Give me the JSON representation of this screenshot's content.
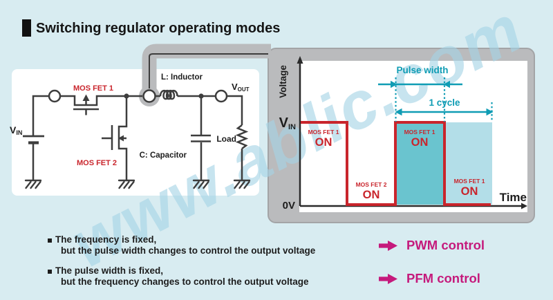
{
  "title": "Switching regulator operating modes",
  "watermark": "www.ablic.com",
  "colors": {
    "background": "#d8ecf1",
    "panel_gray": "#babbbd",
    "circuit_ink": "#3d3d3d",
    "red": "#c9252c",
    "teal": "#0f9cb4",
    "teal_fill": "#6ac4cf",
    "light_fill": "#b3dee8",
    "magenta": "#c51a7c"
  },
  "circuit": {
    "vin": {
      "main": "V",
      "sub": "IN"
    },
    "mosfet1": "MOS FET 1",
    "mosfet2": "MOS FET 2",
    "inductor": "L: Inductor",
    "capacitor": "C: Capacitor",
    "vout": {
      "main": "V",
      "sub": "OUT"
    },
    "load": "Load"
  },
  "waveform": {
    "y_axis": "Voltage",
    "x_axis": "Time",
    "vin": {
      "main": "V",
      "sub": "IN"
    },
    "zero_label": "0V",
    "pulse_width_label": "Pulse width",
    "cycle_label": "1 cycle",
    "segments": [
      {
        "fet": "MOS FET 1",
        "state": "ON"
      },
      {
        "fet": "MOS FET 2",
        "state": "ON"
      },
      {
        "fet": "MOS FET 1",
        "state": "ON"
      },
      {
        "fet": "MOS FET 1",
        "state": "ON"
      }
    ]
  },
  "notes": [
    {
      "line1": "The frequency is fixed,",
      "line2": "but the pulse width changes to control the output voltage",
      "result": "PWM control"
    },
    {
      "line1": "The pulse width is fixed,",
      "line2": "but the frequency changes to control the output voltage",
      "result": "PFM control"
    }
  ]
}
